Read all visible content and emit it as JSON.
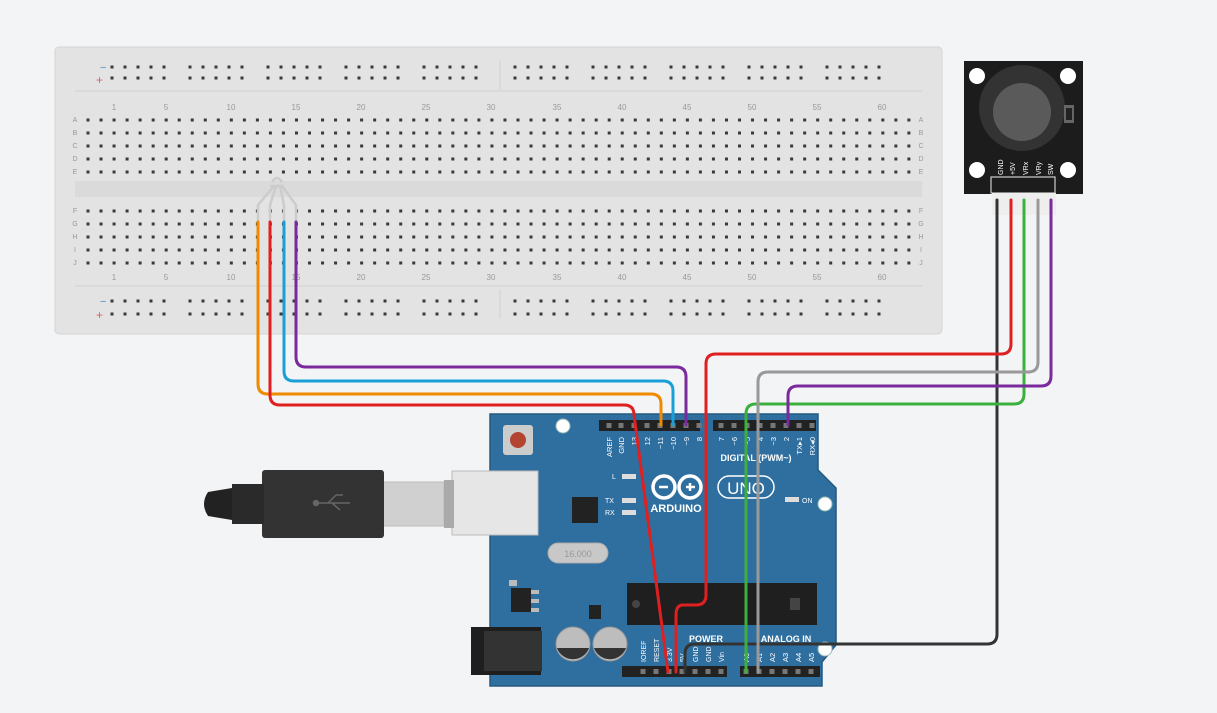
{
  "breadboard": {
    "row_letters_top": [
      "A",
      "B",
      "C",
      "D",
      "E"
    ],
    "row_letters_bottom": [
      "F",
      "G",
      "H",
      "I",
      "J"
    ],
    "column_numbers": [
      "1",
      "5",
      "10",
      "15",
      "20",
      "25",
      "30",
      "35",
      "40",
      "45",
      "50",
      "55",
      "60"
    ],
    "rail_minus": "−",
    "rail_plus": "+"
  },
  "arduino": {
    "brand": "ARDUINO",
    "model": "UNO",
    "crystal": "16.000",
    "on_label": "ON",
    "l_label": "L",
    "tx_label": "TX",
    "rx_label": "RX",
    "digital_label": "DIGITAL (PWM~)",
    "power_label": "POWER",
    "analog_label": "ANALOG IN",
    "digital_pins": [
      "AREF",
      "GND",
      "13",
      "12",
      "~11",
      "~10",
      "~9",
      "8",
      "7",
      "~6",
      "~5",
      "4",
      "~3",
      "2",
      "TX▸1",
      "RX◂0"
    ],
    "power_pins": [
      "IOREF",
      "RESET",
      "3.3V",
      "5V",
      "GND",
      "GND",
      "Vin"
    ],
    "analog_pins": [
      "A0",
      "A1",
      "A2",
      "A3",
      "A4",
      "A5"
    ]
  },
  "joystick": {
    "pins": [
      "GND",
      "+5V",
      "VRx",
      "VRy",
      "SW"
    ]
  },
  "colors": {
    "wire_red": "#e02020",
    "wire_orange": "#f08a00",
    "wire_blue": "#1aa0d8",
    "wire_purple": "#7a2a9c",
    "wire_black": "#333333",
    "wire_green": "#3cb03c",
    "wire_gray": "#999999",
    "board_blue": "#2f6fa0"
  }
}
